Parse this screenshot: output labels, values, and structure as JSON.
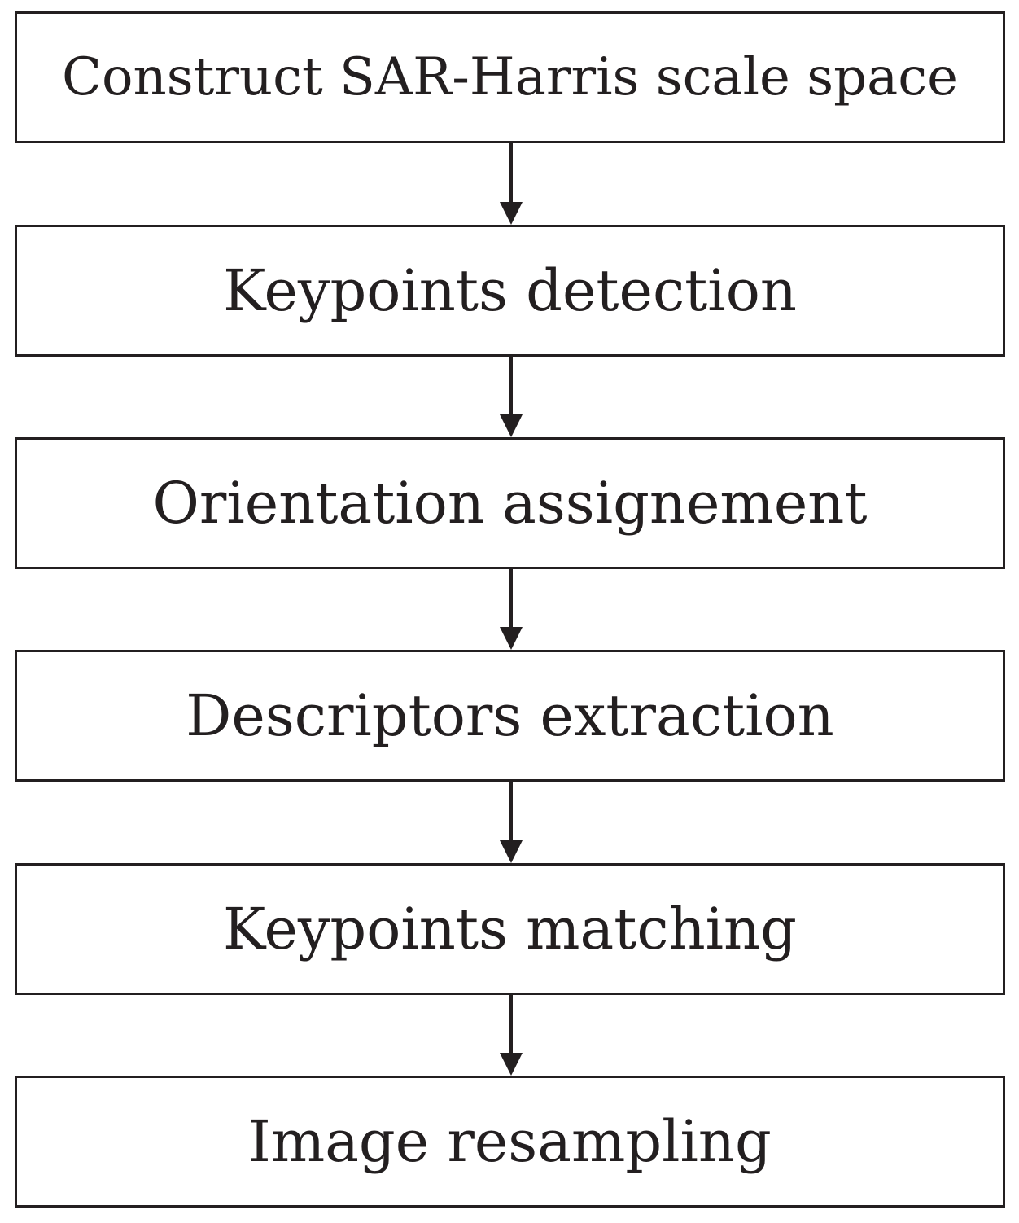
{
  "flowchart": {
    "steps": [
      "Construct SAR-Harris scale space",
      "Keypoints detection",
      "Orientation assignement",
      "Descriptors extraction",
      "Keypoints matching",
      "Image resampling"
    ]
  },
  "colors": {
    "stroke": "#231f20",
    "background": "#ffffff"
  }
}
